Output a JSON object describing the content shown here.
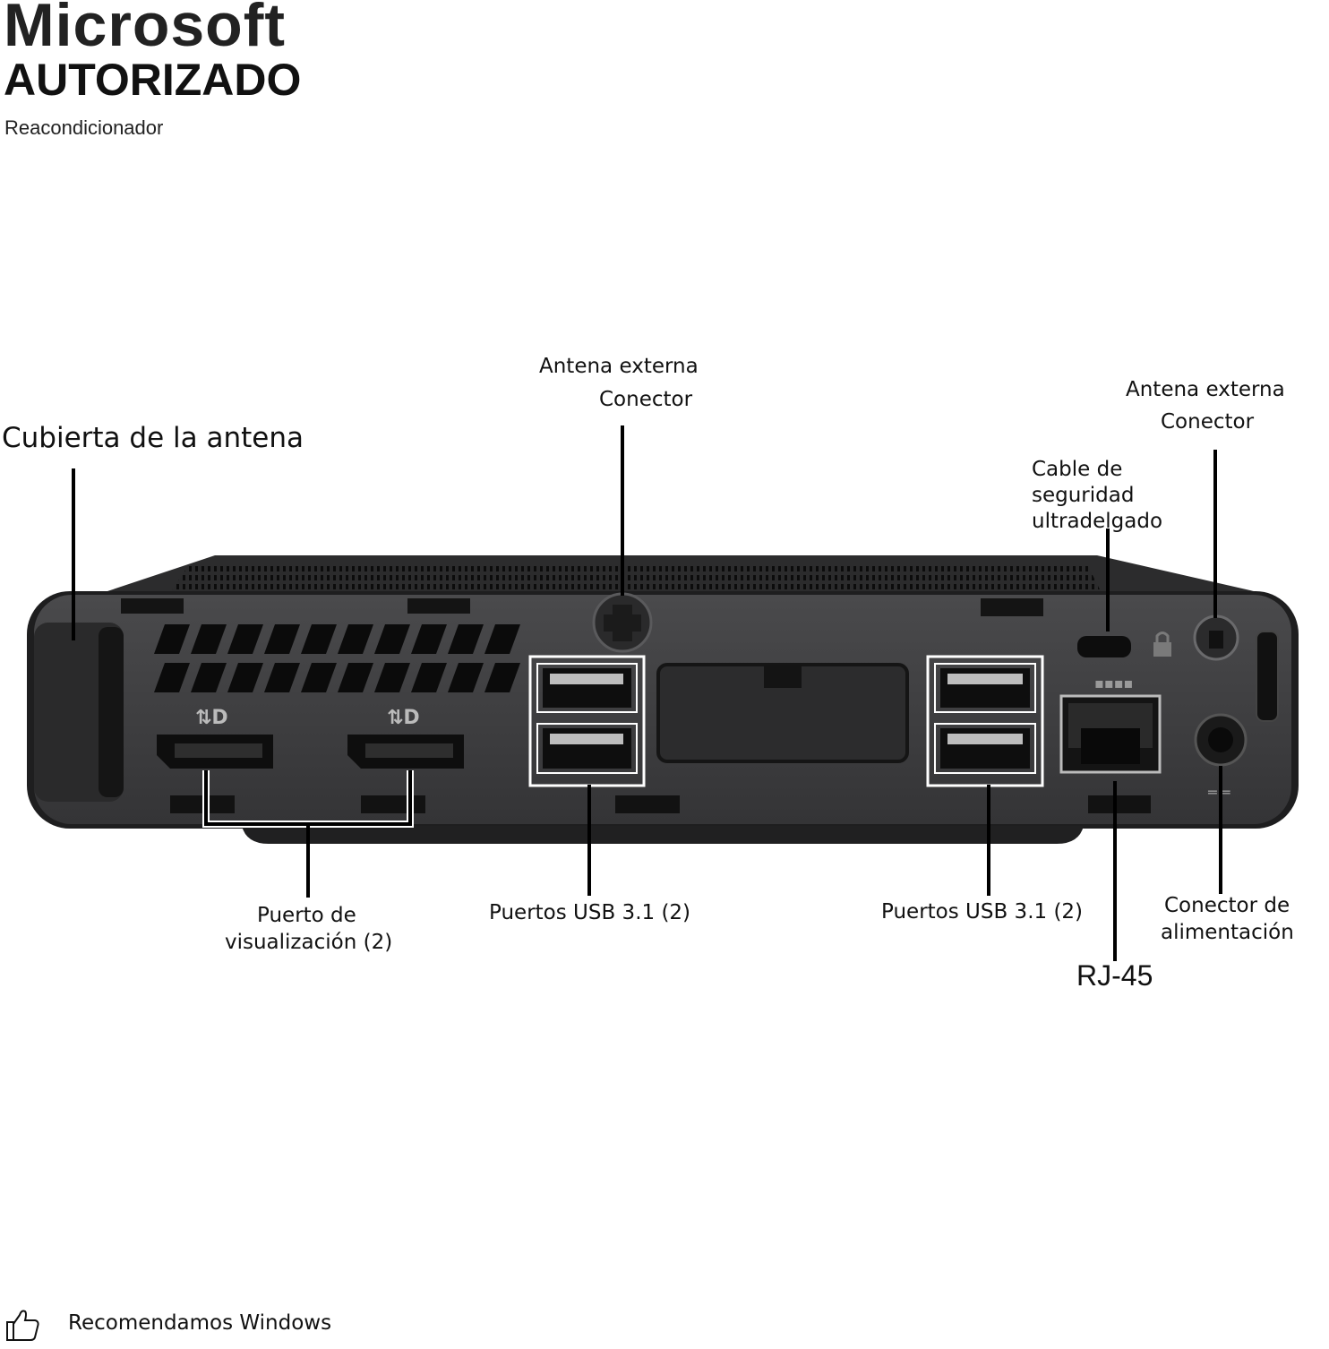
{
  "brand": {
    "line1": "Microsoft",
    "line2": "AUTORIZADO",
    "line3": "Reacondicionador"
  },
  "labels": {
    "antenna_cover": "Cubierta de la antena",
    "ext_antenna_1_line1": "Antena externa",
    "ext_antenna_1_line2": "Conector",
    "ext_antenna_2_line1": "Antena externa",
    "ext_antenna_2_line2": "Conector",
    "security_cable_line1": "Cable de",
    "security_cable_line2": "seguridad",
    "security_cable_line3": "ultradelgado",
    "display_port_line1": "Puerto de",
    "display_port_line2": "visualización (2)",
    "usb_left": "Puertos USB 3.1 (2)",
    "usb_right": "Puertos USB 3.1 (2)",
    "power_line1": "Conector de",
    "power_line2": "alimentación",
    "rj45": "RJ-45"
  },
  "footer": {
    "icon": "thumbs-up-icon",
    "text": "Recomendamos Windows"
  },
  "colors": {
    "chassis": "#3c3c3e",
    "chassis_dark": "#1b1b1c",
    "chassis_top": "#2a2a2b",
    "callout_line": "#000000",
    "highlight_box": "#ffffff"
  }
}
